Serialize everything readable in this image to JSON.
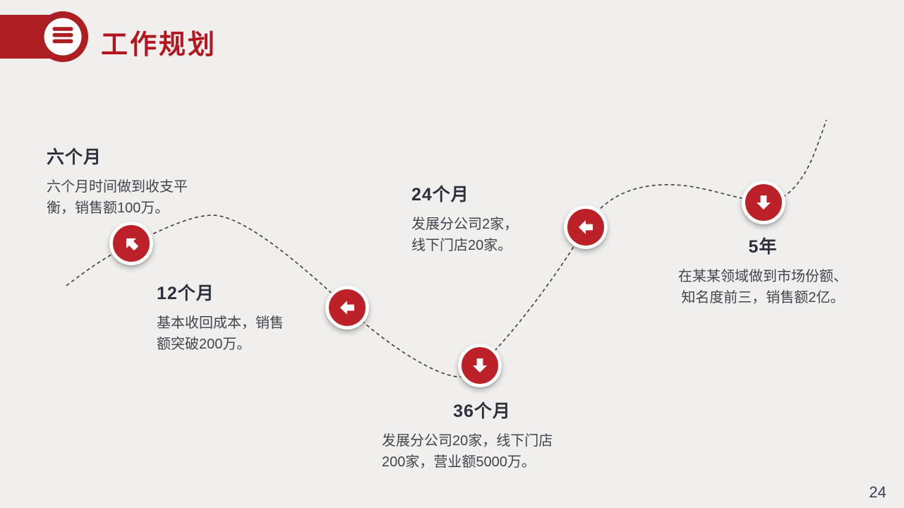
{
  "header": {
    "title": "工作规划",
    "icon": "three-bars-circle-icon"
  },
  "milestones": [
    {
      "label": "六个月",
      "desc_lines": [
        "六个月时间做到收支平",
        "衡，销售额100万。"
      ],
      "arrow": "up-left"
    },
    {
      "label": "12个月",
      "desc_lines": [
        "基本收回成本，销售",
        "额突破200万。"
      ],
      "arrow": "left"
    },
    {
      "label": "24个月",
      "desc_lines": [
        "发展分公司2家，",
        "线下门店20家。"
      ],
      "arrow": "left"
    },
    {
      "label": "36个月",
      "desc_lines": [
        "发展分公司20家，线下门店",
        "200家，营业额5000万。"
      ],
      "arrow": "down"
    },
    {
      "label": "5年",
      "desc_lines": [
        "在某某领域做到市场份额、",
        "知名度前三，销售额2亿。"
      ],
      "arrow": "down"
    }
  ],
  "page_number": "24",
  "colors": {
    "background": "#f0efee",
    "banner_red": "#ad1e23",
    "title_red": "#b4161f",
    "marker_red": "#bc2127",
    "heading_text": "#2b303b",
    "body_text": "#41454e",
    "curve": "#3d3d3d"
  }
}
